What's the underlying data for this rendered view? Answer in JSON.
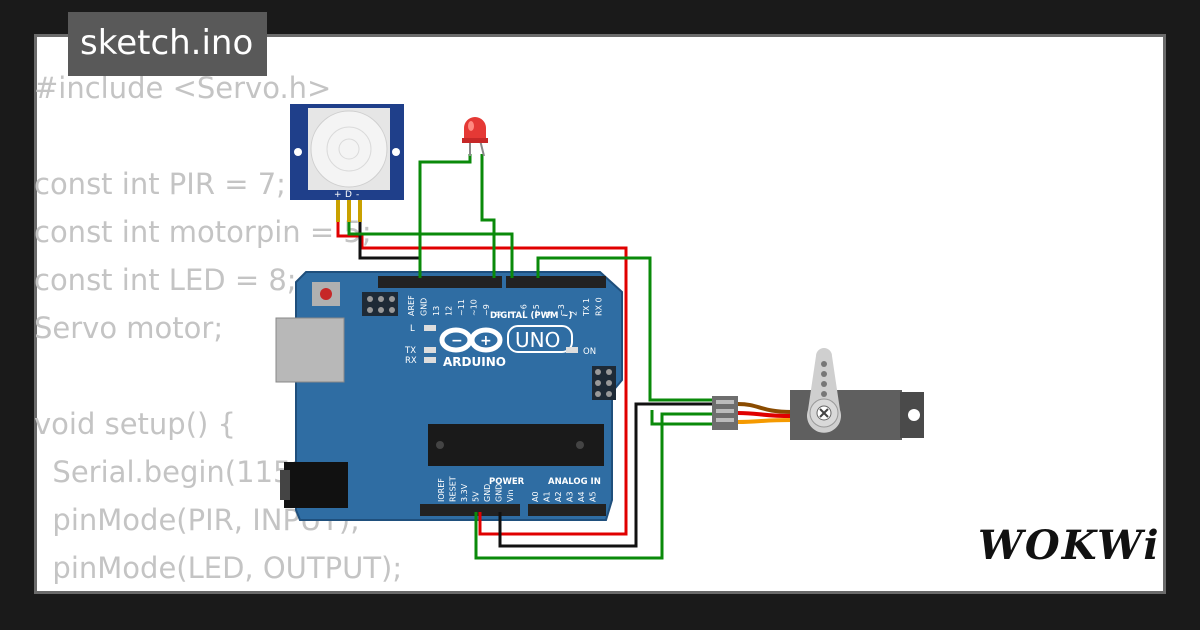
{
  "file_tab": {
    "label": "sketch.ino"
  },
  "code_lines": [
    "#include <Servo.h>",
    "",
    "const int PIR = 7;",
    "const int motorpin = 5;",
    "const int LED = 8;",
    "Servo motor;",
    "",
    "void setup() {",
    "  Serial.begin(115200);",
    "  pinMode(PIR, INPUT);",
    "  pinMode(LED, OUTPUT);"
  ],
  "board": {
    "brand": "ARDUINO",
    "model": "UNO",
    "digital_label": "DIGITAL (PWM ~)",
    "power_label": "POWER",
    "analog_label": "ANALOG IN",
    "on_label": "ON",
    "l_label": "L",
    "tx_label": "TX",
    "rx_label": "RX",
    "top_pins": [
      "AREF",
      "GND",
      "13",
      "12",
      "~11",
      "~10",
      "~9",
      "8",
      "7",
      "~6",
      "~5",
      "4",
      "~3",
      "2",
      "TX 1",
      "RX 0"
    ],
    "power_pins": [
      "IOREF",
      "RESET",
      "3.3V",
      "5V",
      "GND",
      "GND",
      "Vin"
    ],
    "analog_pins": [
      "A0",
      "A1",
      "A2",
      "A3",
      "A4",
      "A5"
    ],
    "color": "#2f6da3"
  },
  "pir_sensor": {
    "pin_labels": [
      "+",
      "D",
      "-"
    ],
    "color": "#1f3f8a"
  },
  "led": {
    "color": "#e53935"
  },
  "servo": {
    "color": "#5f5f5f"
  },
  "wires": {
    "red": "#e00000",
    "black": "#111111",
    "green": "#0a8a0a"
  },
  "logo": {
    "text": "WOKWi"
  }
}
